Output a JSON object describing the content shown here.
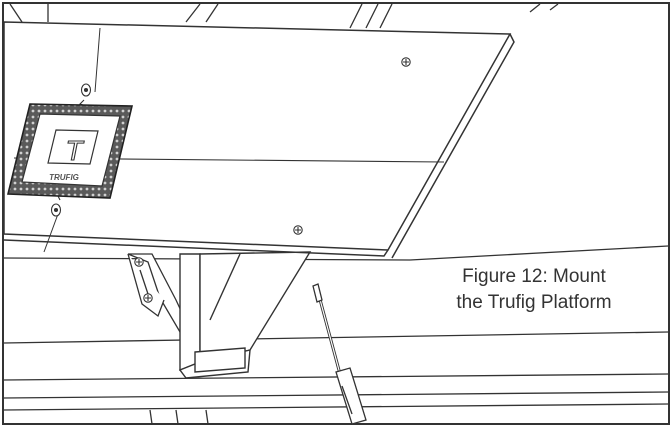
{
  "figure": {
    "caption_line1": "Figure 12: Mount",
    "caption_line2": "the Trufig Platform"
  },
  "platform": {
    "logo_letter": "T",
    "logo_wordmark": "TRUFIG"
  },
  "colors": {
    "line": "#333333",
    "background": "#ffffff",
    "mesh_fill": "#4a4a4a"
  },
  "icons": [
    "screw-head-icon",
    "screwdriver-icon",
    "trufig-logo-icon"
  ]
}
